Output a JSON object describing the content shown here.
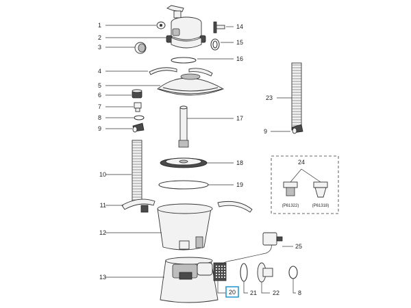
{
  "callouts": {
    "c1": "1",
    "c2": "2",
    "c3": "3",
    "c4": "4",
    "c5": "5",
    "c6": "6",
    "c7": "7",
    "c8": "8",
    "c9": "9",
    "c10": "10",
    "c11": "11",
    "c12": "12",
    "c13": "13",
    "c14": "14",
    "c15": "15",
    "c16": "16",
    "c17": "17",
    "c18": "18",
    "c19": "19",
    "c20": "20",
    "c21": "21",
    "c22": "22",
    "c23": "23",
    "c24": "24",
    "c25": "25",
    "c8b": "8",
    "c9b": "9"
  },
  "variants": {
    "left": "(P61322)",
    "right": "(P61318)"
  },
  "colors": {
    "highlight": "#2a9bd0",
    "line": "#333333"
  }
}
